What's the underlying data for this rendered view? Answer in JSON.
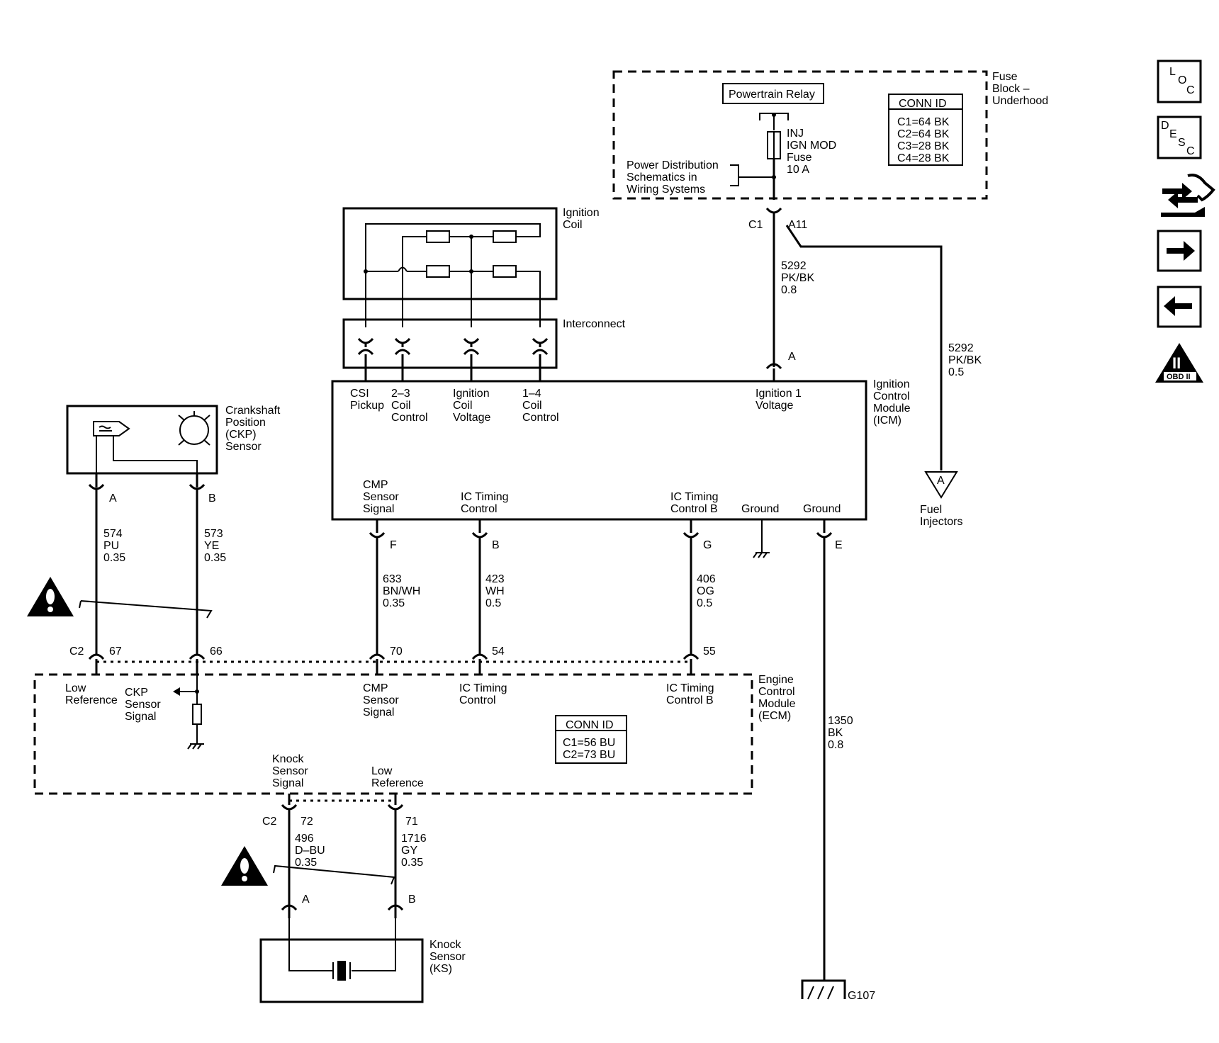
{
  "fuse_block": {
    "title": [
      "Fuse",
      "Block –",
      "Underhood"
    ],
    "relay": "Powertrain Relay",
    "fuse": [
      "INJ",
      "IGN MOD",
      "Fuse",
      "10 A"
    ],
    "power_note": [
      "Power Distribution",
      "Schematics in",
      "Wiring Systems"
    ],
    "conn_id_title": "CONN ID",
    "conn_ids": [
      "C1=64 BK",
      "C2=64 BK",
      "C3=28 BK",
      "C4=28 BK"
    ],
    "connector": "C1",
    "pin": "A11"
  },
  "ignition_coil": {
    "title": [
      "Ignition",
      "Coil"
    ]
  },
  "interconnect": {
    "title": "Interconnect"
  },
  "icm": {
    "title": [
      "Ignition",
      "Control",
      "Module",
      "(ICM)"
    ],
    "top_labels": {
      "csi": [
        "CSI",
        "Pickup"
      ],
      "coil23": [
        "2–3",
        "Coil",
        "Control"
      ],
      "icv": [
        "Ignition",
        "Coil",
        "Voltage"
      ],
      "coil14": [
        "1–4",
        "Coil",
        "Control"
      ],
      "ign1": [
        "Ignition 1",
        "Voltage"
      ]
    },
    "bottom_labels": {
      "cmp": [
        "CMP",
        "Sensor",
        "Signal"
      ],
      "ict": [
        "IC Timing",
        "Control"
      ],
      "ictb": [
        "IC Timing",
        "Control B"
      ],
      "gnd1": "Ground",
      "gnd2": "Ground"
    },
    "pins": {
      "top": "A",
      "cmp": "F",
      "ict": "B",
      "ictb": "G",
      "gnd": "E"
    }
  },
  "wires": {
    "w5292a": [
      "5292",
      "PK/BK",
      "0.8"
    ],
    "w5292b": [
      "5292",
      "PK/BK",
      "0.5"
    ],
    "w574": [
      "574",
      "PU",
      "0.35"
    ],
    "w573": [
      "573",
      "YE",
      "0.35"
    ],
    "w633": [
      "633",
      "BN/WH",
      "0.35"
    ],
    "w423": [
      "423",
      "WH",
      "0.5"
    ],
    "w406": [
      "406",
      "OG",
      "0.5"
    ],
    "w1350": [
      "1350",
      "BK",
      "0.8"
    ],
    "w496": [
      "496",
      "D–BU",
      "0.35"
    ],
    "w1716": [
      "1716",
      "GY",
      "0.35"
    ]
  },
  "fuel_injectors": {
    "pin": "A",
    "title": [
      "Fuel",
      "Injectors"
    ]
  },
  "ckp_sensor": {
    "title": [
      "Crankshaft",
      "Position",
      "(CKP)",
      "Sensor"
    ],
    "pin_a": "A",
    "pin_b": "B"
  },
  "ecm": {
    "title": [
      "Engine",
      "Control",
      "Module",
      "(ECM)"
    ],
    "connector": "C2",
    "pins": {
      "p67": "67",
      "p66": "66",
      "p70": "70",
      "p54": "54",
      "p55": "55",
      "p72": "72",
      "p71": "71"
    },
    "labels": {
      "lowref": [
        "Low",
        "Reference"
      ],
      "ckp_sig": [
        "CKP",
        "Sensor",
        "Signal"
      ],
      "cmp": [
        "CMP",
        "Sensor",
        "Signal"
      ],
      "ict": [
        "IC Timing",
        "Control"
      ],
      "ictb": [
        "IC Timing",
        "Control B"
      ],
      "ks_sig": [
        "Knock",
        "Sensor",
        "Signal"
      ],
      "ks_lowref": [
        "Low",
        "Reference"
      ]
    },
    "conn_id_title": "CONN ID",
    "conn_ids": [
      "C1=56 BU",
      "C2=73 BU"
    ],
    "connector_bottom": "C2"
  },
  "knock_sensor": {
    "title": [
      "Knock",
      "Sensor",
      "(KS)"
    ],
    "pin_a": "A",
    "pin_b": "B"
  },
  "ground": {
    "label": "G107"
  },
  "nav": {
    "loc": [
      "L",
      "O",
      "C"
    ],
    "desc": [
      "D",
      "E",
      "S",
      "C"
    ],
    "obd": [
      "II",
      "OBD II"
    ]
  }
}
